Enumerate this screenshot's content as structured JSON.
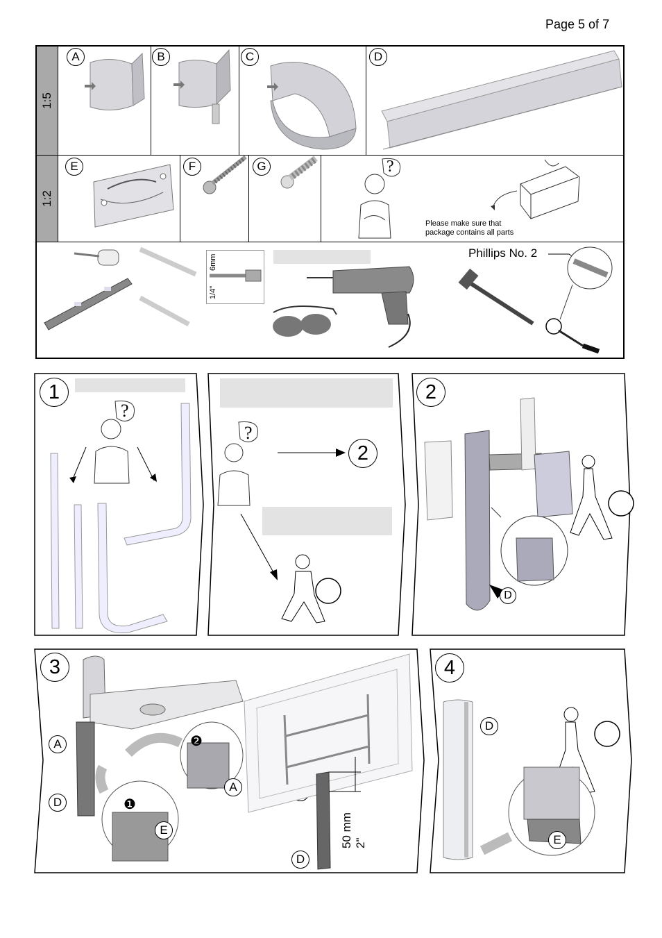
{
  "page": {
    "number_label": "Page 5 of 7"
  },
  "parts_table": {
    "scale_row1": "1:5",
    "scale_row2": "1:2",
    "part_labels": [
      "A",
      "B",
      "C",
      "D",
      "E",
      "F",
      "G"
    ],
    "check_note": [
      "Please make sure that",
      "package contains all parts"
    ],
    "tools": {
      "drill_bit_label_mm": "6mm",
      "drill_bit_label_in": "1/4\"",
      "screwdriver_label": "Phillips No. 2"
    }
  },
  "steps": {
    "step1_number": "1",
    "step1_goto": "2",
    "step2_number": "2",
    "step2_callout": "D",
    "step3_number": "3",
    "step3_sub1": "❶",
    "step3_sub2": "❷",
    "step3_callouts": [
      "A",
      "D",
      "A",
      "E",
      "A",
      "D"
    ],
    "step3_dimension_mm": "50 mm",
    "step3_dimension_in": "2\"",
    "step4_number": "4",
    "step4_callouts": [
      "D",
      "E"
    ]
  }
}
